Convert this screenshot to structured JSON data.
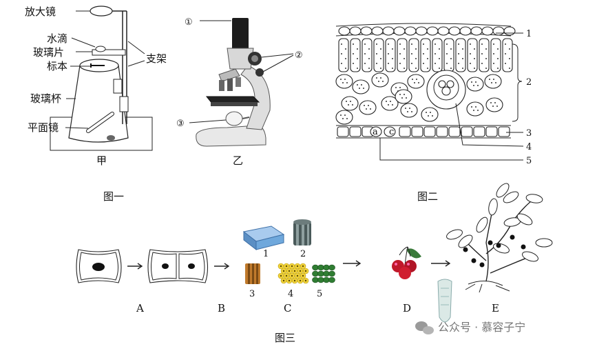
{
  "fig1": {
    "caption": "图一",
    "jia": {
      "label": "甲",
      "magnifier": "放大镜",
      "water_drop": "水滴",
      "glass_slide": "玻璃片",
      "specimen": "标本",
      "stand": "支架",
      "glass_cup": "玻璃杯",
      "flat_mirror": "平面镜"
    },
    "yi": {
      "label": "乙",
      "markers": [
        "①",
        "②",
        "③"
      ]
    }
  },
  "fig2": {
    "caption": "图二",
    "labels": [
      "1",
      "2",
      "3",
      "4",
      "5"
    ],
    "cell_letters": [
      "c",
      "a"
    ]
  },
  "fig3": {
    "caption": "图三",
    "stages": [
      "A",
      "B",
      "C",
      "D",
      "E"
    ],
    "tissues": [
      "1",
      "2",
      "3",
      "4",
      "5"
    ]
  },
  "watermark": {
    "text": "公众号 · 慕容子宁",
    "icon": "wechat-icon"
  },
  "colors": {
    "tissue1": "#6fa8dc",
    "tissue2": "#4a5a5a",
    "tissue3": "#c07a2c",
    "tissue4": "#f1d23a",
    "tissue5": "#2f7d32",
    "cherry": "#c0182a",
    "leaf": "#3a7a3a"
  }
}
